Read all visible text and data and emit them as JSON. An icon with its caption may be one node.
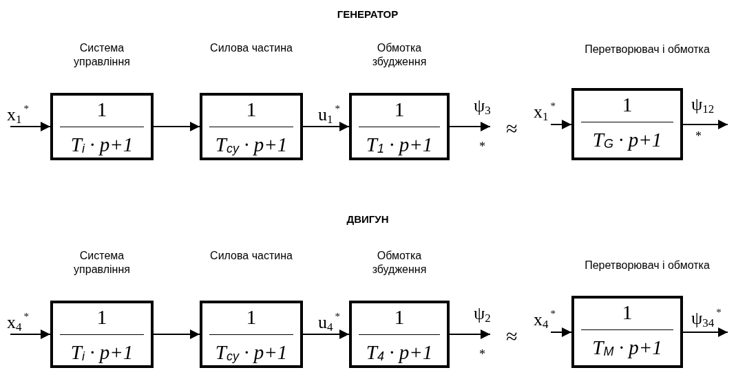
{
  "diagram": {
    "nodes": [
      {
        "text": [
          "1",
          "T$_{i}$ · p+1"
        ],
        "beside": [
          "Система управління"
        ]
      },
      {
        "text": [
          "1",
          "T$_{cy}$ · p+1"
        ],
        "beside": [
          "Силова частина"
        ]
      },
      {
        "text": [
          "1",
          "T$_{1}$ · p+1"
        ],
        "beside": [
          "Обмотка збудження"
        ]
      },
      {
        "text": [
          "1",
          "T$_{G}$ · p+1"
        ],
        "beside": [
          "Перетворювач і обмотка"
        ]
      },
      {
        "text": [
          "1",
          "T$_{i}$ · p+1"
        ],
        "beside": [
          "Система управління"
        ]
      },
      {
        "text": [
          "1",
          "T$_{cy}$ · p+1"
        ],
        "beside": [
          "Силова частина"
        ]
      },
      {
        "text": [
          "1",
          "T$_{4}$ · p+1"
        ],
        "beside": [
          "Обмотка збудження"
        ]
      },
      {
        "text": [
          "1",
          "T$_{M}$ · p+1"
        ],
        "beside": [
          "Перетворювач і обмотка"
        ]
      }
    ],
    "edges": [
      {
        "from": null,
        "to": 0,
        "arrow": "to",
        "label": "x$_{1}$$^{*}$"
      },
      {
        "from": 0,
        "to": 1,
        "arrow": "to"
      },
      {
        "from": 1,
        "to": 2,
        "arrow": "to",
        "label": "u$_{1}$$^{*}$"
      },
      {
        "from": 2,
        "to": null,
        "arrow": "to",
        "label": "ψ$_{3}$"
      },
      {
        "from": null,
        "to": 3,
        "arrow": "to",
        "label": "x$_{1}$$^{*}$"
      },
      {
        "from": 3,
        "to": null,
        "arrow": "to",
        "label": "ψ$_{12}$"
      },
      {
        "from": null,
        "to": 4,
        "arrow": "to",
        "label": "x$_{4}$$^{*}$"
      },
      {
        "from": 4,
        "to": 5,
        "arrow": "to"
      },
      {
        "from": 5,
        "to": 6,
        "arrow": "to",
        "label": "u$_{4}$$^{*}$"
      },
      {
        "from": 6,
        "to": null,
        "arrow": "to",
        "label": "ψ$_{2}$"
      },
      {
        "from": null,
        "to": 7,
        "arrow": "to",
        "label": "x$_{4}$$^{*}$"
      },
      {
        "from": 7,
        "to": null,
        "arrow": "to",
        "label": "ψ$_{34}$$^{*}$"
      }
    ],
    "labels": [
      "ГЕНЕРАТОР",
      "*",
      "≈",
      "*",
      "ДВИГУН",
      "*",
      "≈"
    ]
  }
}
